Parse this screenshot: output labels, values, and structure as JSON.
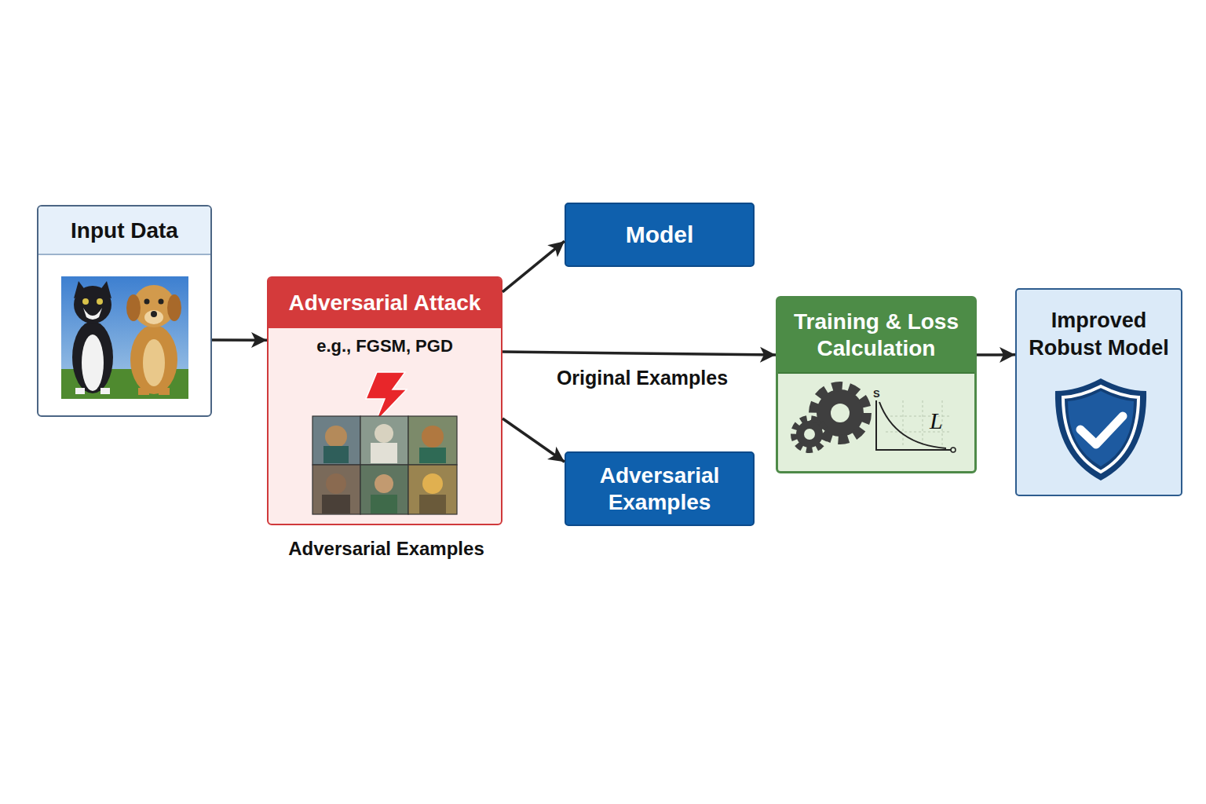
{
  "diagram": {
    "nodes": [
      {
        "text": [
          "Input Data"
        ]
      },
      {
        "text": [
          "Adversarial Attack",
          "e.g., FGSM, PGD",
          "Adversarial Examples"
        ]
      },
      {
        "text": [
          "Model"
        ]
      },
      {
        "text": [
          "Adversarial Examples"
        ]
      },
      {
        "text": [
          "Training & Loss Calculation"
        ]
      },
      {
        "text": [
          "Improved Robust Model"
        ]
      }
    ],
    "edges": [
      {
        "from": 0,
        "to": 1,
        "arrow": "to"
      },
      {
        "from": 1,
        "to": 2,
        "arrow": "to"
      },
      {
        "from": 1,
        "to": 4,
        "label": "Original Examples",
        "arrow": "to"
      },
      {
        "from": 1,
        "to": 3,
        "arrow": "to"
      },
      {
        "from": 4,
        "to": 5,
        "arrow": "to"
      }
    ],
    "labels": [
      "S",
      "L"
    ]
  }
}
